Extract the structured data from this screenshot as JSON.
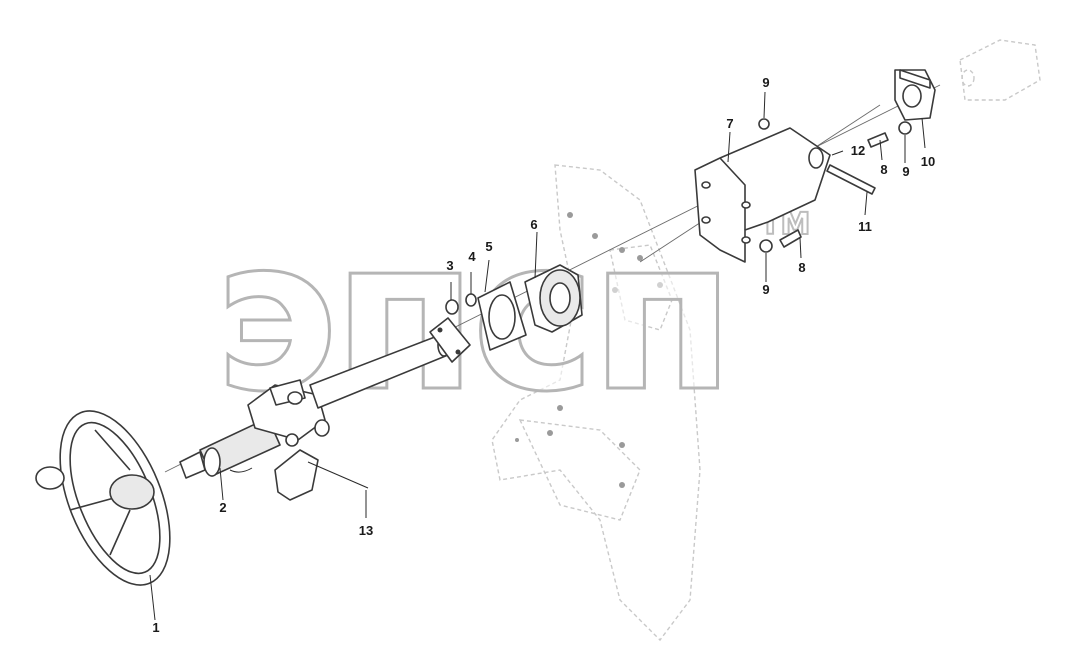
{
  "diagram": {
    "watermark": "эпсп",
    "watermark_tm": "TM",
    "callouts": {
      "c1": "1",
      "c2": "2",
      "c3": "3",
      "c4": "4",
      "c5": "5",
      "c6": "6",
      "c7": "7",
      "c8a": "8",
      "c8b": "8",
      "c9a": "9",
      "c9b": "9",
      "c9c": "9",
      "c10": "10",
      "c11": "11",
      "c12": "12",
      "c13": "13"
    }
  }
}
